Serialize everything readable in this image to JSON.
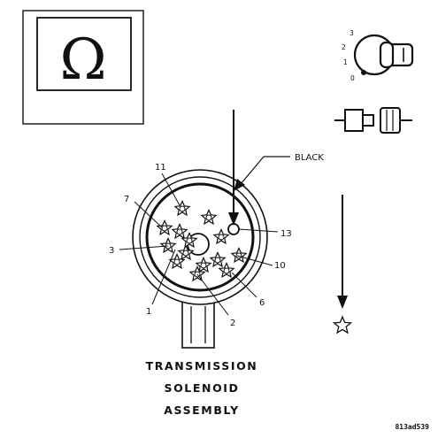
{
  "meter_symbol": "Ω",
  "wire_color_label": "BLACK",
  "terminal_labels": {
    "t1": "1",
    "t2": "2",
    "t3": "3",
    "t6": "6",
    "t7": "7",
    "t10": "10",
    "t11": "11",
    "t13": "13"
  },
  "ignition_positions": {
    "p0": "0",
    "p1": "1",
    "p2": "2",
    "p3": "3"
  },
  "caption": {
    "line1": "TRANSMISSION",
    "line2": "SOLENOID",
    "line3": "ASSEMBLY"
  },
  "figure_id": "813ad539",
  "colors": {
    "line": "#111111",
    "background": "#ffffff"
  },
  "icons": {
    "meter": "ohmmeter-icon",
    "ignition": "ignition-key-off-icon",
    "disconnect": "connector-disconnected-icon",
    "probe": "ground-star-icon"
  }
}
